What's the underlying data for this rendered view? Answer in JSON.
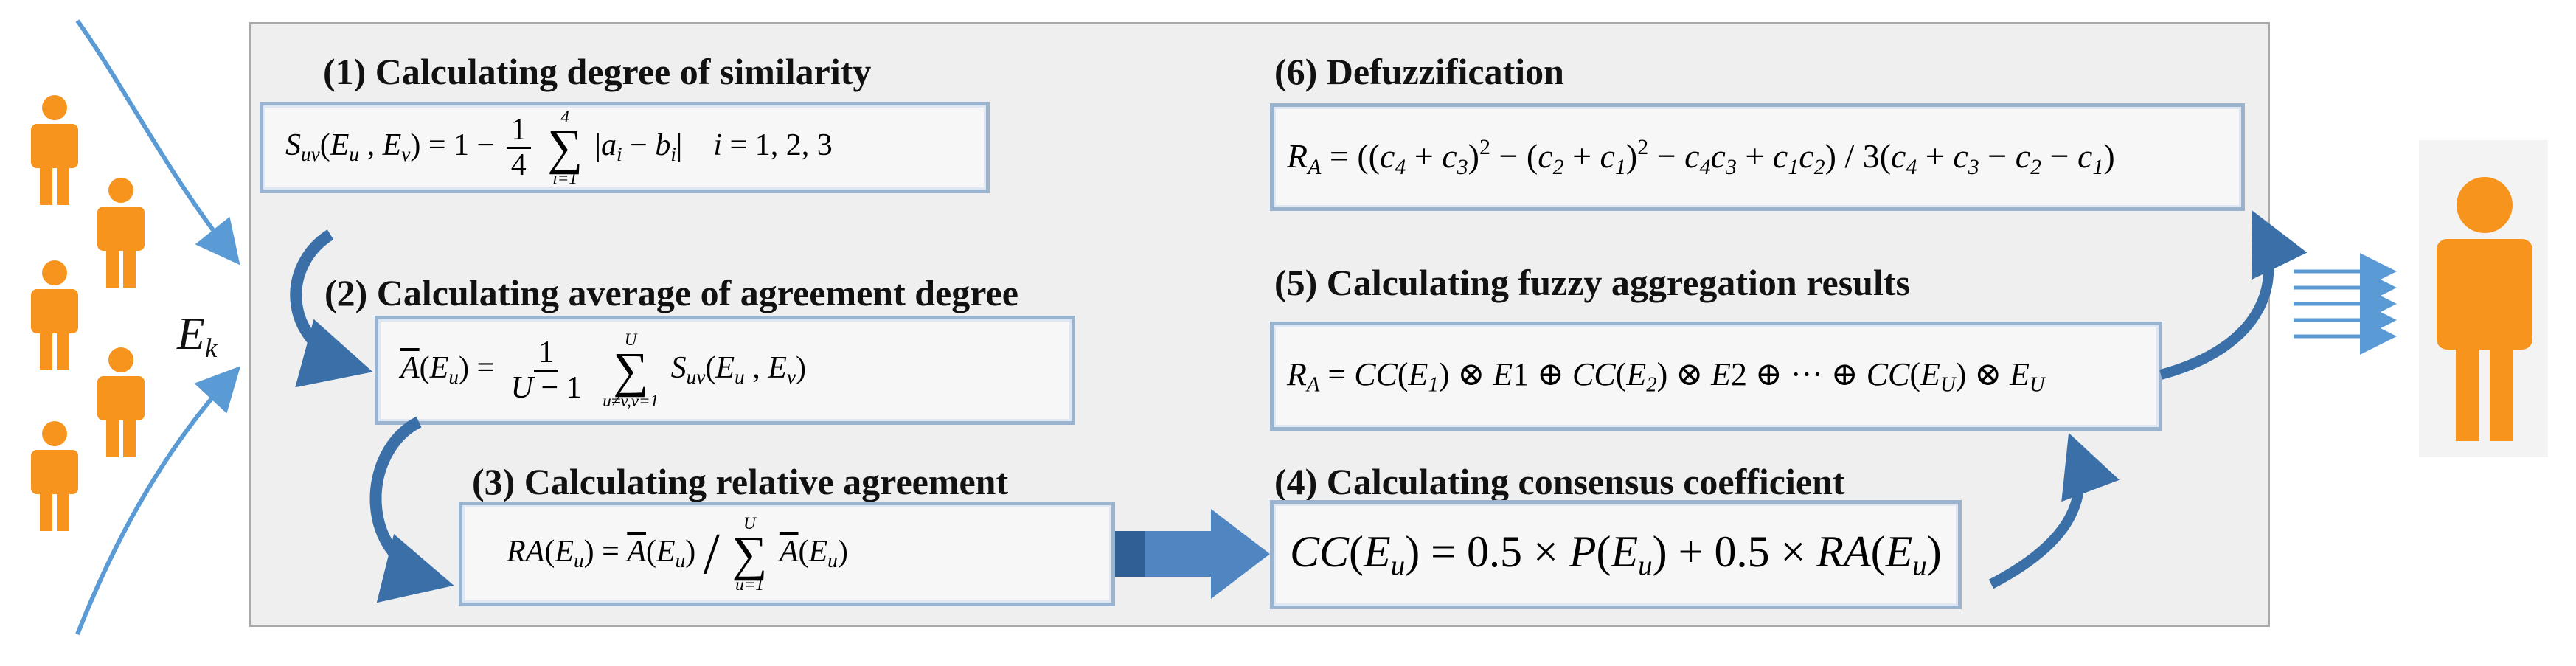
{
  "input_label": {
    "main": "E",
    "sub": "k"
  },
  "steps": [
    {
      "id": 1,
      "title": "(1) Calculating degree of similarity"
    },
    {
      "id": 2,
      "title": "(2) Calculating average of agreement degree"
    },
    {
      "id": 3,
      "title": "(3) Calculating relative agreement"
    },
    {
      "id": 4,
      "title": "(4) Calculating consensus coefficient"
    },
    {
      "id": 5,
      "title": "(5) Calculating fuzzy aggregation results"
    },
    {
      "id": 6,
      "title": "(6) Defuzzification"
    }
  ],
  "formulas": {
    "f1": "S_uv(E_u, E_v) = 1 − (1/4) Σ_{i=1}^{4} |a_i − b_i|   i = 1, 2, 3",
    "f2": "Ā(E_u) = 1/(U−1) Σ_{u≠v, v=1}^{U} S_uv(E_u, E_v)",
    "f3": "RA(E_u) = Ā(E_u) / Σ_{u=1}^{U} Ā(E_u)",
    "f4": "CC(E_u) = 0.5 × P(E_u) + 0.5 × RA(E_u)",
    "f5": "R_A = CC(E_1) ⊗ E1 ⊕ CC(E_2) ⊗ E2 ⊕ ··· ⊕ CC(E_U) ⊗ E_U",
    "f6": "R_A = ((c4 + c3)² − (c2 + c1)² − c4c3 + c1c2) / 3(c4 + c3 − c2 − c1)"
  },
  "colors": {
    "person": "#f7941d",
    "arrow": "#5b9bd5",
    "arrow_dark": "#3b6fa8",
    "panel": "#efefef",
    "box_border": "#9ab3cf"
  },
  "icons": {
    "experts": "person-icon",
    "decision_maker": "person-icon"
  }
}
